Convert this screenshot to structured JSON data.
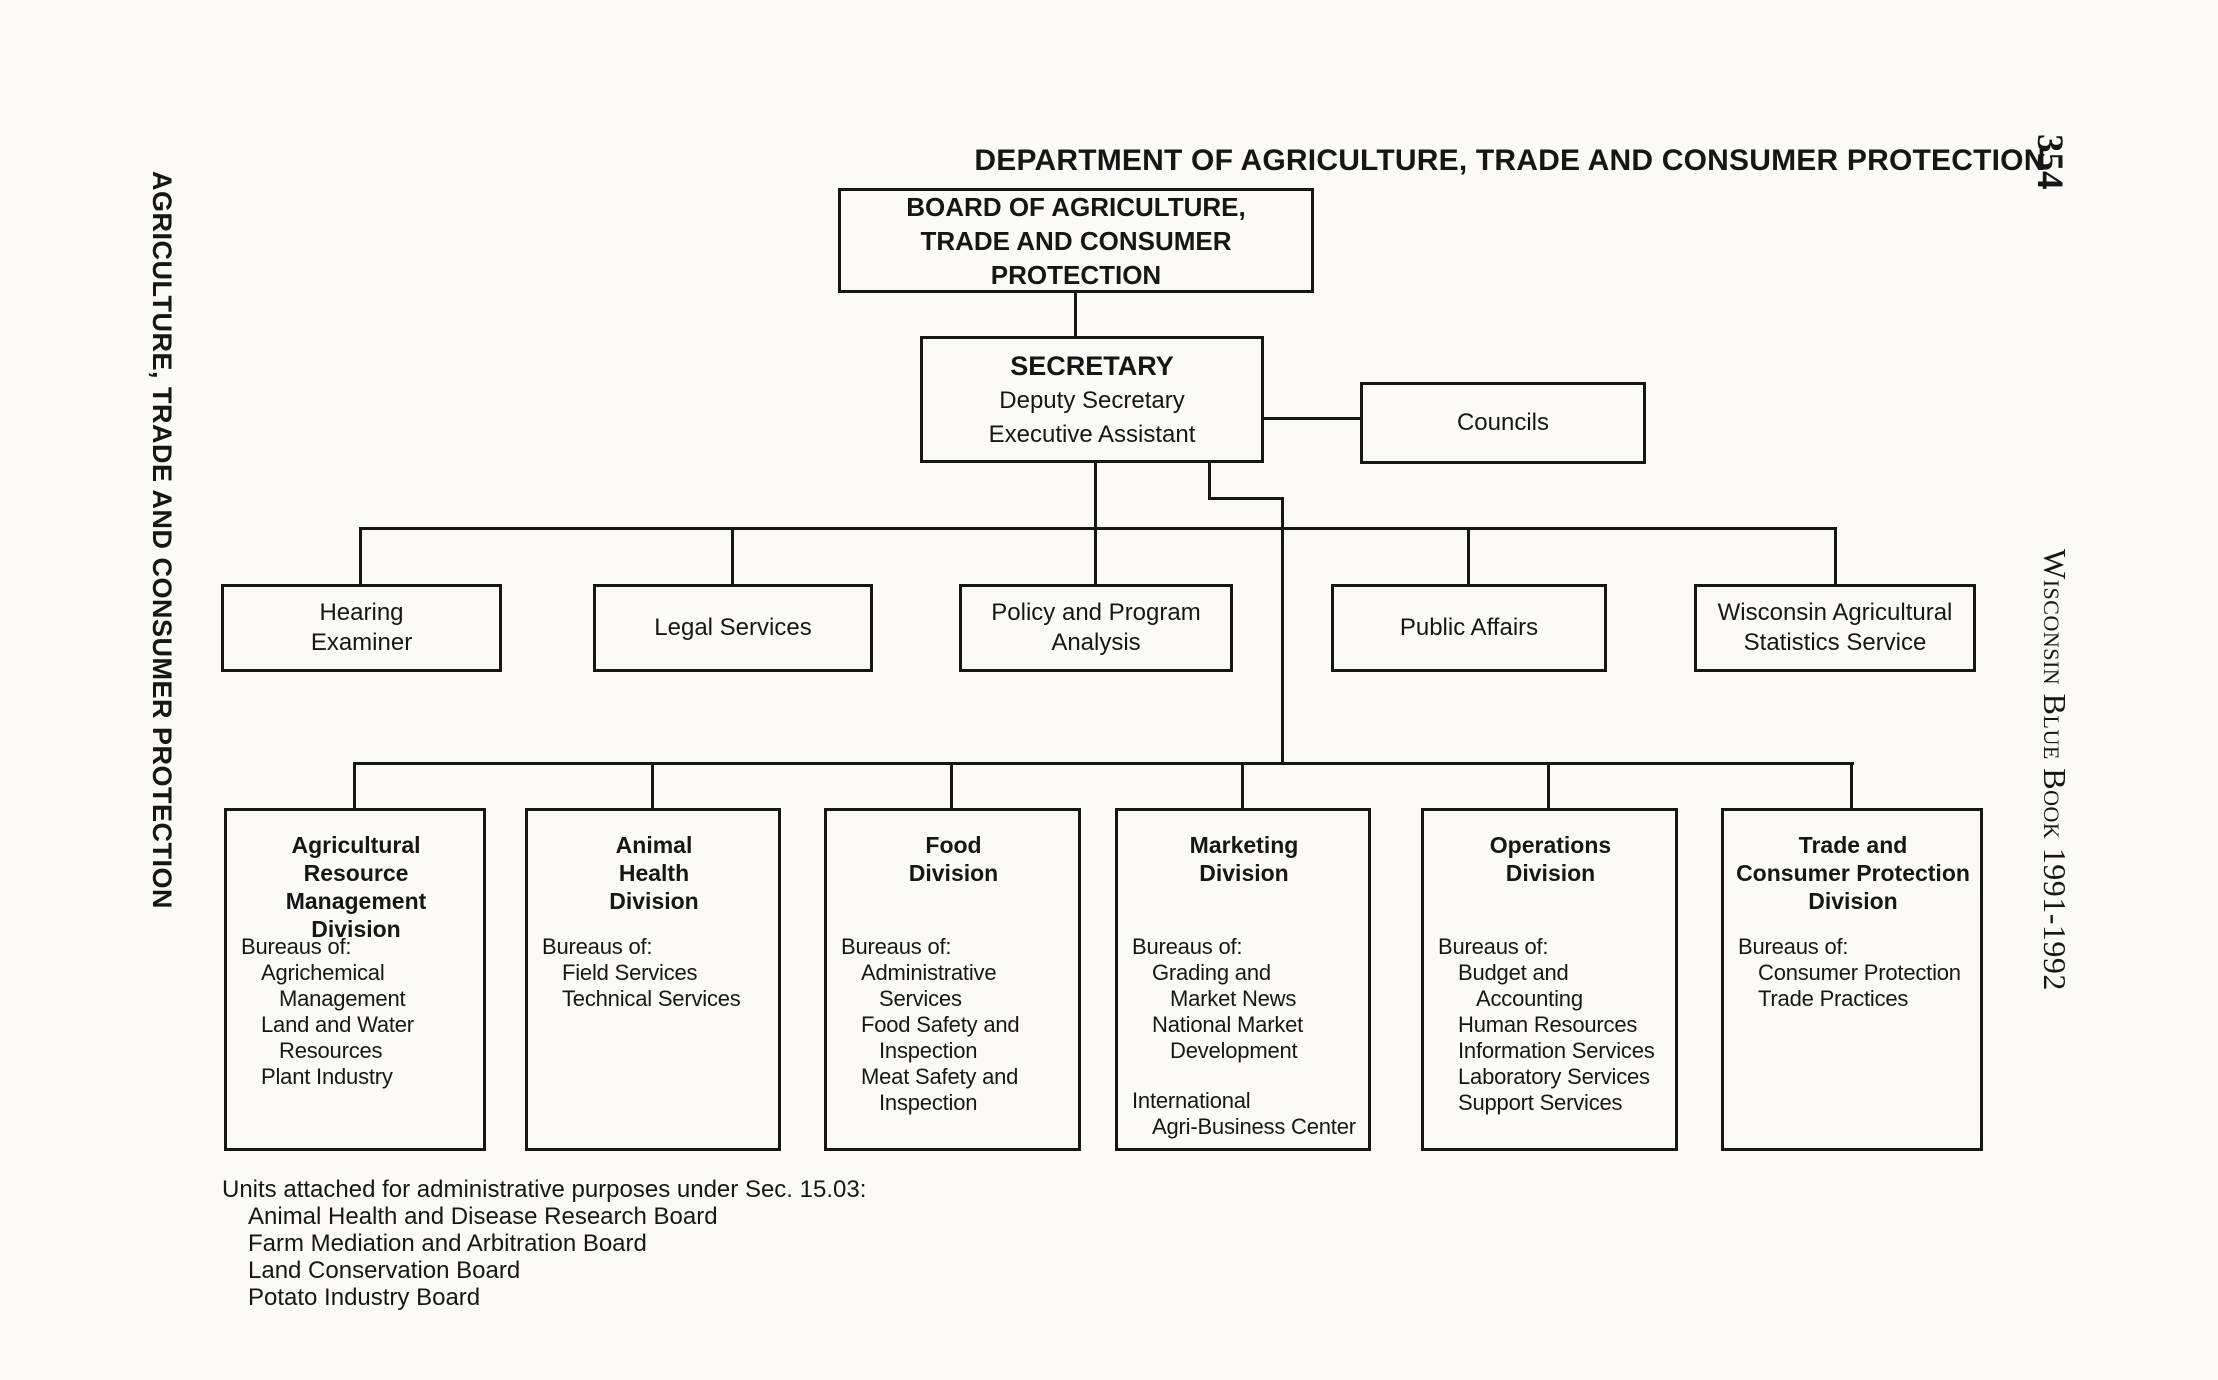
{
  "page": {
    "title": "DEPARTMENT OF AGRICULTURE, TRADE AND CONSUMER PROTECTION",
    "page_number": "354",
    "left_margin_label": "AGRICULTURE, TRADE AND CONSUMER PROTECTION",
    "right_margin_label": "Wisconsin Blue Book 1991-1992",
    "ink_color": "#161616",
    "paper_color": "#fbfaf7"
  },
  "org": {
    "board": {
      "lines": [
        "BOARD OF AGRICULTURE,",
        "TRADE AND CONSUMER PROTECTION"
      ]
    },
    "secretary": {
      "title": "SECRETARY",
      "staff": [
        "Deputy Secretary",
        "Executive Assistant"
      ]
    },
    "councils": {
      "label": "Councils"
    },
    "staff_offices": [
      {
        "id": "hearing-examiner",
        "lines": [
          "Hearing",
          "Examiner"
        ]
      },
      {
        "id": "legal-services",
        "lines": [
          "Legal Services"
        ]
      },
      {
        "id": "policy-program-analysis",
        "lines": [
          "Policy and Program",
          "Analysis"
        ]
      },
      {
        "id": "public-affairs",
        "lines": [
          "Public Affairs"
        ]
      },
      {
        "id": "wi-ag-statistics",
        "lines": [
          "Wisconsin Agricultural",
          "Statistics Service"
        ]
      }
    ],
    "divisions": [
      {
        "id": "agricultural-resource-management",
        "title_lines": [
          "Agricultural Resource",
          "Management",
          "Division"
        ],
        "content": [
          {
            "t": "Bureaus of:",
            "i": 0
          },
          {
            "t": "Agrichemical",
            "i": 1
          },
          {
            "t": "Management",
            "i": 2
          },
          {
            "t": "Land and Water",
            "i": 1
          },
          {
            "t": "Resources",
            "i": 2
          },
          {
            "t": "Plant Industry",
            "i": 1
          }
        ]
      },
      {
        "id": "animal-health",
        "title_lines": [
          "Animal",
          "Health",
          "Division"
        ],
        "content": [
          {
            "t": "Bureaus of:",
            "i": 0
          },
          {
            "t": "Field Services",
            "i": 1
          },
          {
            "t": "Technical Services",
            "i": 1
          }
        ]
      },
      {
        "id": "food",
        "title_lines": [
          "Food",
          "Division"
        ],
        "content": [
          {
            "t": "Bureaus of:",
            "i": 0
          },
          {
            "t": "Administrative",
            "i": 1
          },
          {
            "t": "Services",
            "i": 2
          },
          {
            "t": "Food Safety and",
            "i": 1
          },
          {
            "t": "Inspection",
            "i": 2
          },
          {
            "t": "Meat Safety and",
            "i": 1
          },
          {
            "t": "Inspection",
            "i": 2
          }
        ]
      },
      {
        "id": "marketing",
        "title_lines": [
          "Marketing",
          "Division"
        ],
        "content": [
          {
            "t": "Bureaus of:",
            "i": 0
          },
          {
            "t": "Grading and",
            "i": 1
          },
          {
            "t": "Market News",
            "i": 2
          },
          {
            "t": "National Market",
            "i": 1
          },
          {
            "t": "Development",
            "i": 2
          },
          {
            "t": "",
            "i": 0,
            "spacer": true
          },
          {
            "t": "International",
            "i": 0
          },
          {
            "t": "Agri-Business Center",
            "i": 1
          }
        ]
      },
      {
        "id": "operations",
        "title_lines": [
          "Operations",
          "Division"
        ],
        "content": [
          {
            "t": "Bureaus of:",
            "i": 0
          },
          {
            "t": "Budget and",
            "i": 1
          },
          {
            "t": "Accounting",
            "i": 2
          },
          {
            "t": "Human Resources",
            "i": 1
          },
          {
            "t": "Information Services",
            "i": 1
          },
          {
            "t": "Laboratory Services",
            "i": 1
          },
          {
            "t": "Support Services",
            "i": 1
          }
        ]
      },
      {
        "id": "trade-consumer-protection",
        "title_lines": [
          "Trade and",
          "Consumer Protection",
          "Division"
        ],
        "content": [
          {
            "t": "Bureaus of:",
            "i": 0
          },
          {
            "t": "Consumer Protection",
            "i": 1
          },
          {
            "t": "Trade Practices",
            "i": 1
          }
        ]
      }
    ]
  },
  "footnote": {
    "heading": "Units attached for administrative purposes under Sec. 15.03:",
    "items": [
      "Animal Health and Disease Research Board",
      "Farm Mediation and Arbitration Board",
      "Land Conservation Board",
      "Potato Industry Board"
    ]
  }
}
